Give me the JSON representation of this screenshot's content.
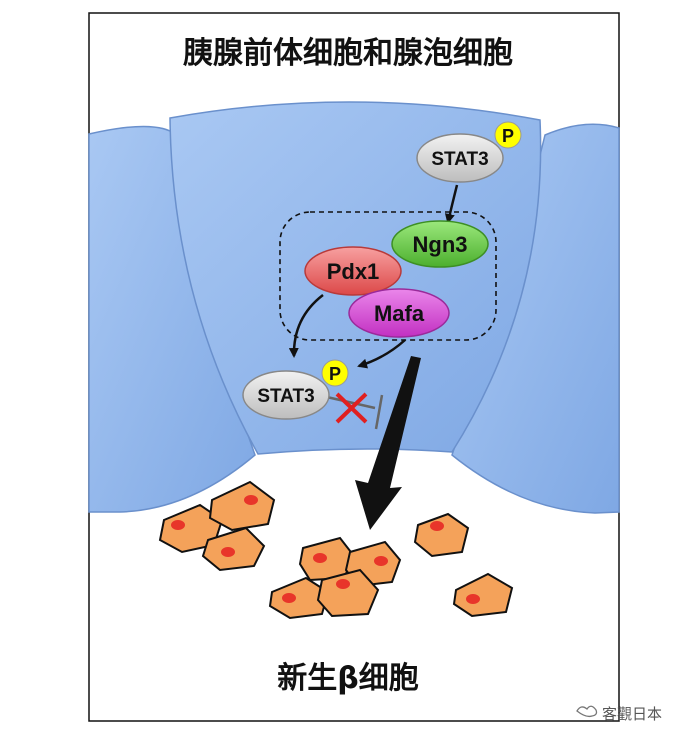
{
  "title_top": "胰腺前体细胞和腺泡细胞",
  "title_bottom": "新生β细胞",
  "nodes": {
    "stat3_top": "STAT3",
    "stat3_top_phospho": "P",
    "ngn3": "Ngn3",
    "pdx1": "Pdx1",
    "mafa": "Mafa",
    "stat3_bottom": "STAT3",
    "stat3_bottom_phospho": "P"
  },
  "watermark": "客觀日本",
  "colors": {
    "cell_blue": "#8db3ea",
    "cell_edge": "#5f86c4",
    "stat3_gray": "#d9d9d9",
    "phospho_yellow": "#ffff00",
    "ngn3_green": "#6dcc4c",
    "pdx1_red": "#ec6f6f",
    "mafa_magenta": "#d54ad5",
    "beta_orange": "#f4a25a",
    "beta_nucleus": "#e8352a",
    "inhibit_x": "#e02020"
  }
}
